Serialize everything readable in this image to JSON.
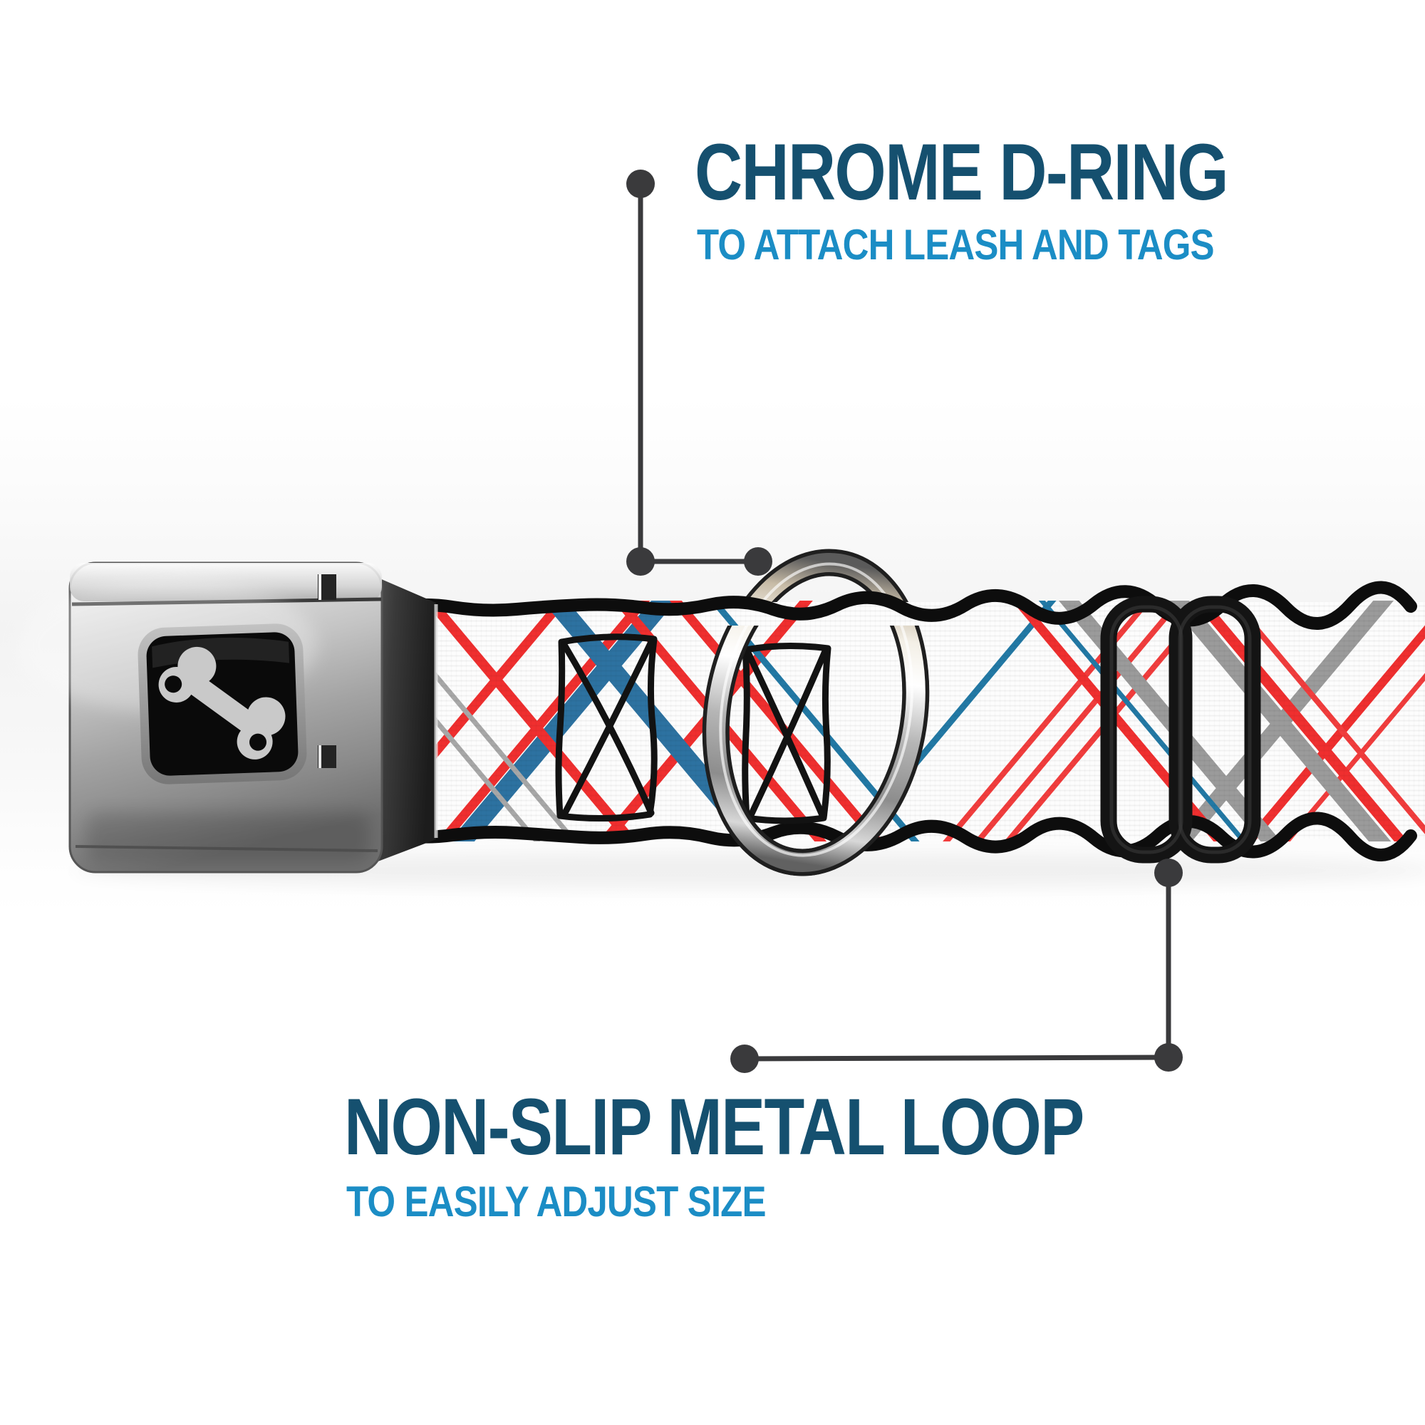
{
  "callouts": {
    "top": {
      "title": "CHROME D-RING",
      "subtitle": "TO ATTACH LEASH AND TAGS"
    },
    "bottom": {
      "title": "NON-SLIP METAL LOOP",
      "subtitle": "TO EASILY ADJUST SIZE"
    }
  },
  "icons": {
    "dog_bone": "dog-bone-icon"
  },
  "colors": {
    "heading_dark_blue": "#15506f",
    "subheading_light_blue": "#1b8dc5",
    "leader_line_gray": "#3a3a3c",
    "strap_red": "#f02f2f",
    "strap_blue": "#2d72a1",
    "strap_gray": "#9b9b9b",
    "stitch_black": "#111111",
    "buckle_silver": "#b9b9b9",
    "logo_bone_gray": "#c9c9c9",
    "logo_background_black": "#0a0a0a",
    "adjuster_black": "#141414"
  }
}
